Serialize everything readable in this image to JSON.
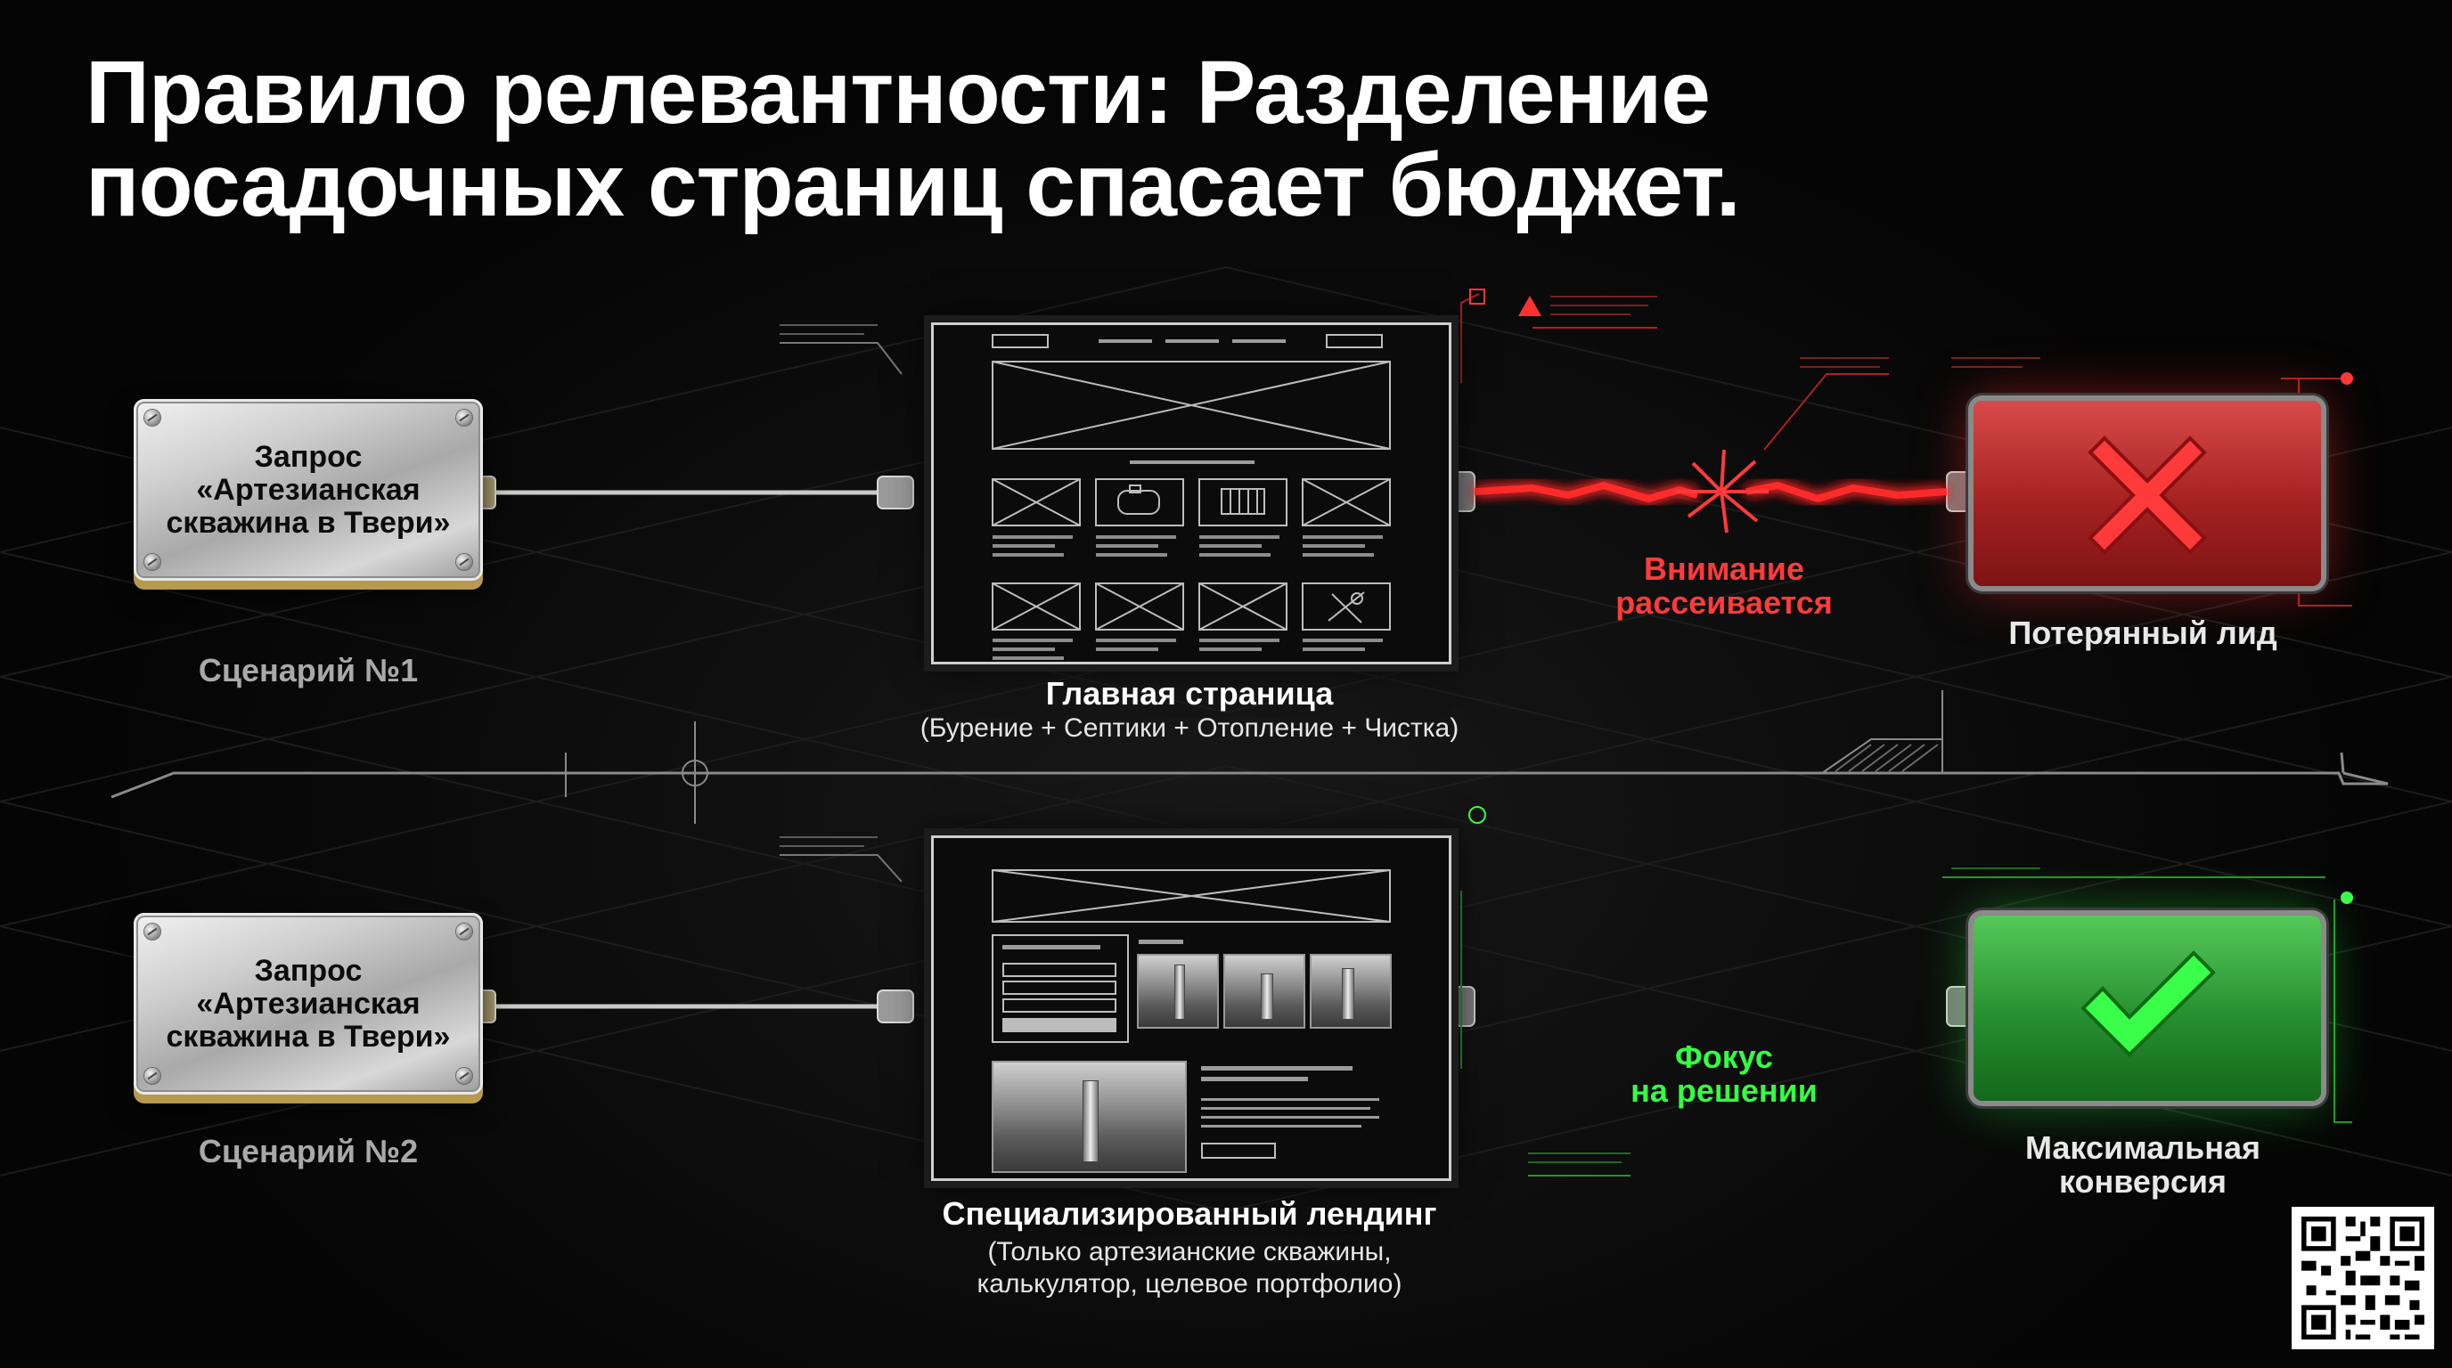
{
  "title": {
    "line1": "Правило релевантности: Разделение",
    "line2": "посадочных страниц спасает бюджет."
  },
  "scenario1": {
    "query_lines": [
      "Запрос",
      "«Артезианская",
      "скважина в Твери»"
    ],
    "label": "Сценарий №1",
    "page_title": "Главная страница",
    "page_subtitle": "(Бурение + Септики + Отопление + Чистка)",
    "flow_lines": [
      "Внимание",
      "рассеивается"
    ],
    "result_label": "Потерянный лид",
    "result_icon": "cross-icon",
    "color": "#ff2a2a"
  },
  "scenario2": {
    "query_lines": [
      "Запрос",
      "«Артезианская",
      "скважина в Твери»"
    ],
    "label": "Сценарий №2",
    "page_title": "Специализированный лендинг",
    "page_subtitle_lines": [
      "(Только артезианские скважины,",
      "калькулятор, целевое портфолио)"
    ],
    "flow_lines": [
      "Фокус",
      "на решении"
    ],
    "result_lines": [
      "Максимальная",
      "конверсия"
    ],
    "result_icon": "check-icon",
    "color": "#2bff3a"
  },
  "icons": {
    "warning": "warning-triangle-icon",
    "qr": "qr-code-icon"
  }
}
